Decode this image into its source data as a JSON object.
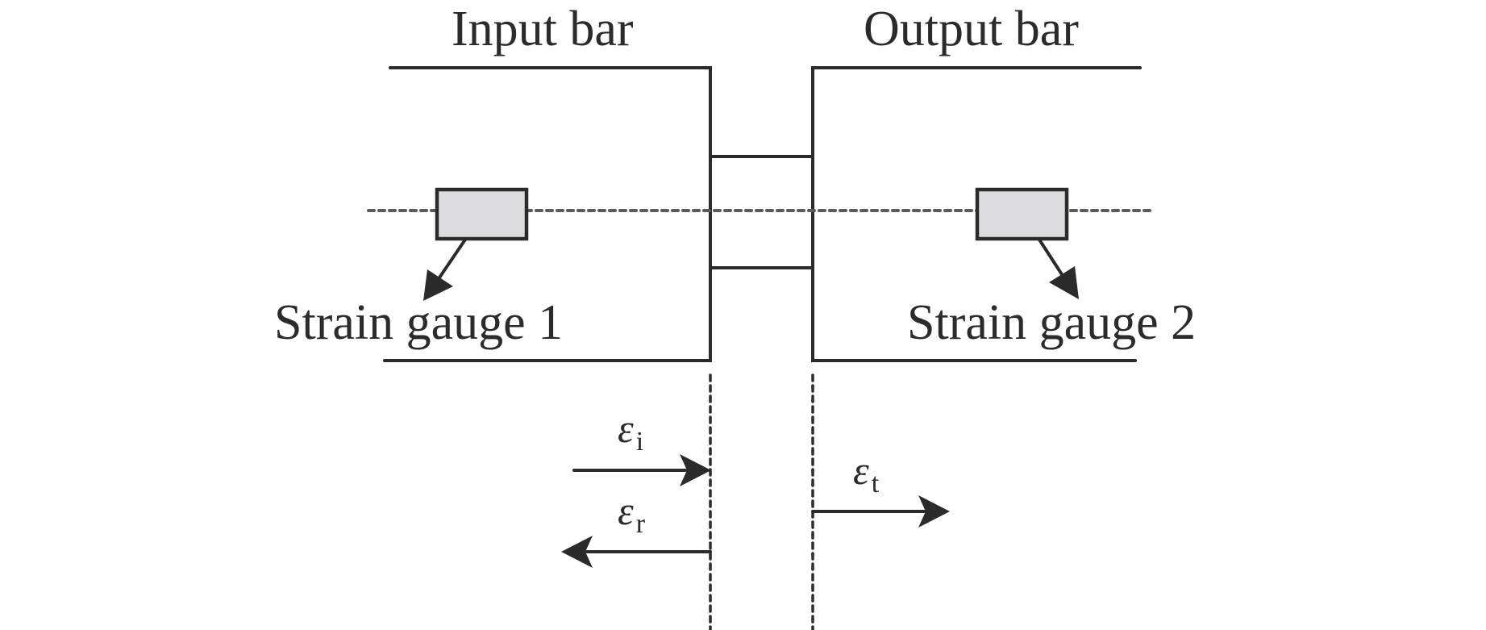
{
  "diagram": {
    "title": "Split Hopkinson pressure bar schematic",
    "labels": {
      "input_bar": "Input bar",
      "output_bar": "Output bar",
      "strain_gauge_1": "Strain gauge 1",
      "strain_gauge_2": "Strain gauge 2"
    },
    "waves": {
      "incident": {
        "symbol": "ε",
        "subscript": "i",
        "direction": "right"
      },
      "reflected": {
        "symbol": "ε",
        "subscript": "r",
        "direction": "left"
      },
      "transmitted": {
        "symbol": "ε",
        "subscript": "t",
        "direction": "right"
      }
    },
    "colors": {
      "line": "#2b2b2b",
      "centerline": "#5a5a5a",
      "gauge_fill": "#dcdcde",
      "background": "#ffffff"
    }
  }
}
